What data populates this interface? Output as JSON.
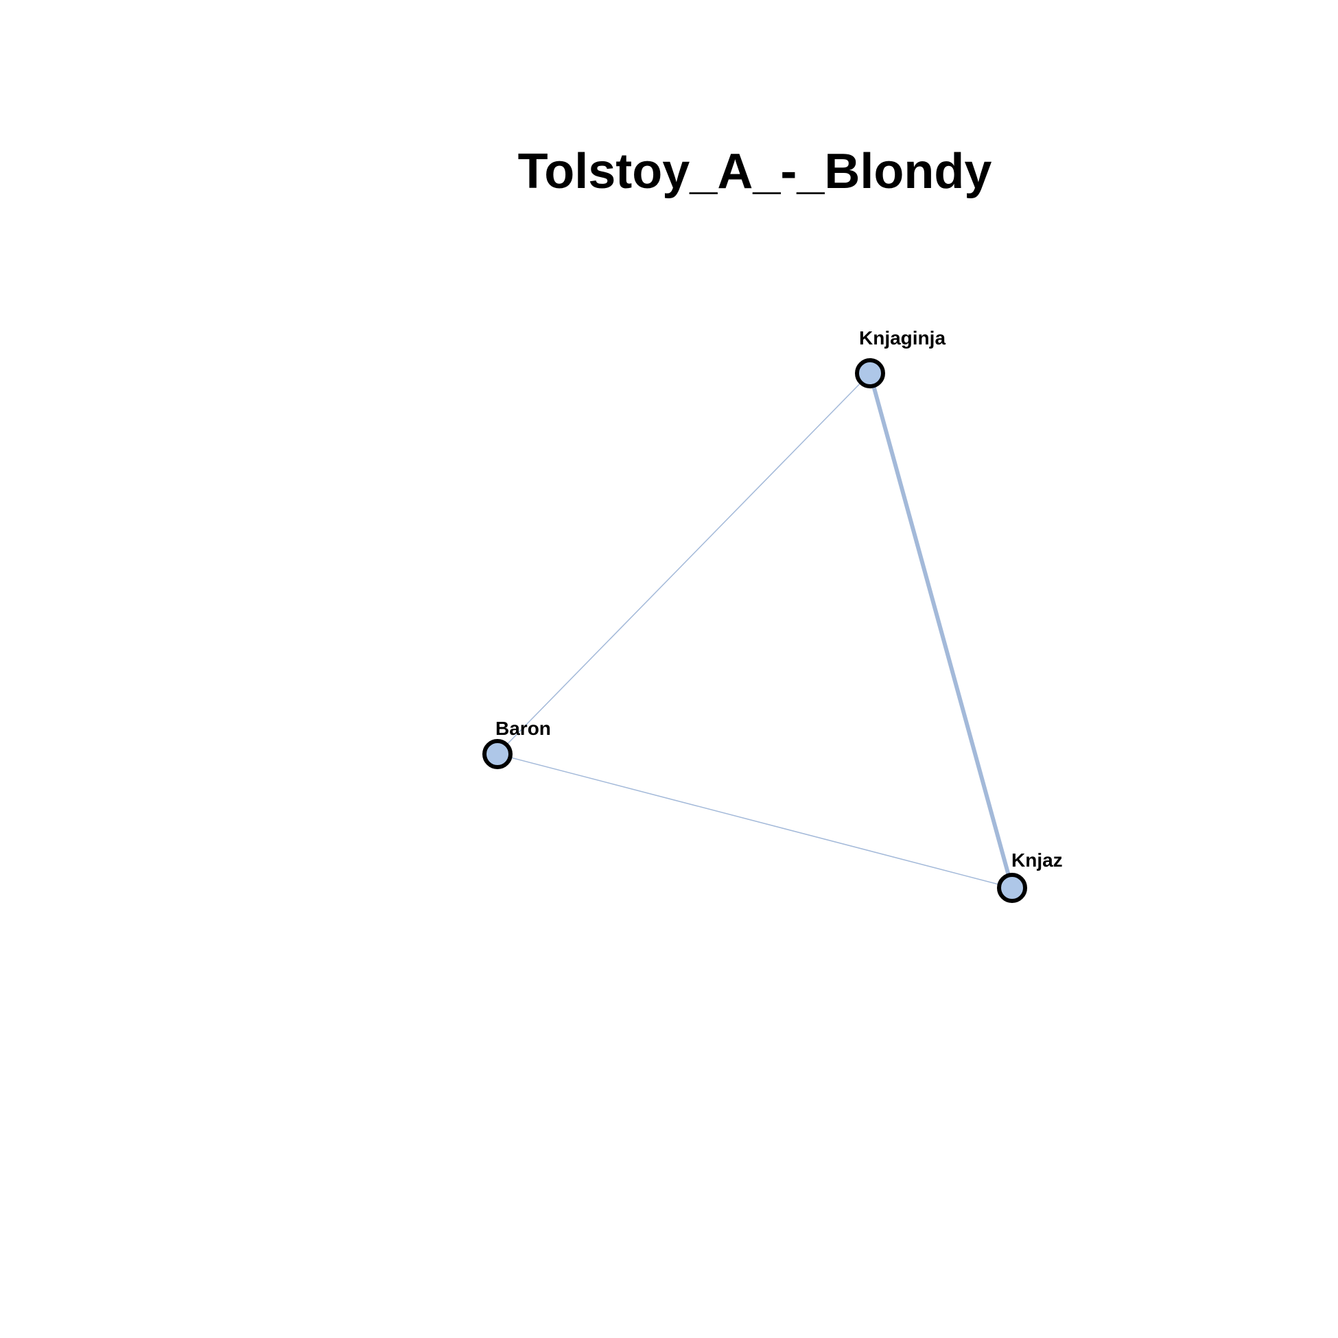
{
  "title": "Tolstoy_A_-_Blondy",
  "colors": {
    "background": "#ffffff",
    "node_fill": "#aec7e8",
    "node_stroke": "#000000",
    "edge": "#a3b9d9",
    "text": "#000000"
  },
  "nodes": [
    {
      "id": "knjaginja",
      "label": "Knjaginja"
    },
    {
      "id": "baron",
      "label": "Baron"
    },
    {
      "id": "knjaz",
      "label": "Knjaz"
    }
  ],
  "edges": [
    {
      "source": "knjaginja",
      "target": "baron",
      "weight": 1
    },
    {
      "source": "baron",
      "target": "knjaz",
      "weight": 1
    },
    {
      "source": "knjaginja",
      "target": "knjaz",
      "weight": 4
    }
  ]
}
